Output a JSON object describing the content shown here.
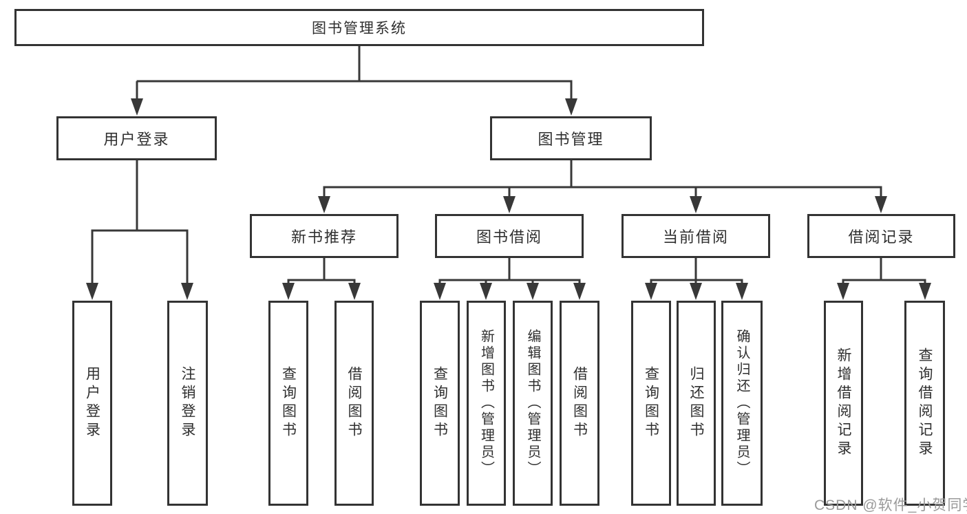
{
  "diagram": {
    "root": {
      "label": "图书管理系统",
      "children": [
        {
          "label": "用户登录",
          "children": [
            {
              "label": "用户登录"
            },
            {
              "label": "注销登录"
            }
          ]
        },
        {
          "label": "图书管理",
          "children": [
            {
              "label": "新书推荐",
              "children": [
                {
                  "label": "查询图书"
                },
                {
                  "label": "借阅图书"
                }
              ]
            },
            {
              "label": "图书借阅",
              "children": [
                {
                  "label": "查询图书"
                },
                {
                  "label": "新增图书（管理员）"
                },
                {
                  "label": "编辑图书（管理员）"
                },
                {
                  "label": "借阅图书"
                }
              ]
            },
            {
              "label": "当前借阅",
              "children": [
                {
                  "label": "查询图书"
                },
                {
                  "label": "归还图书"
                },
                {
                  "label": "确认归还（管理员）"
                }
              ]
            },
            {
              "label": "借阅记录",
              "children": [
                {
                  "label": "新增借阅记录"
                },
                {
                  "label": "查询借阅记录"
                }
              ]
            }
          ]
        }
      ]
    }
  },
  "watermark": {
    "text": "CSDN @软件_小贺同学"
  },
  "colors": {
    "line": "#383838",
    "box_border": "#333333",
    "text": "#2f2f2f",
    "watermark": "#9a9a9a",
    "background": "#ffffff"
  }
}
